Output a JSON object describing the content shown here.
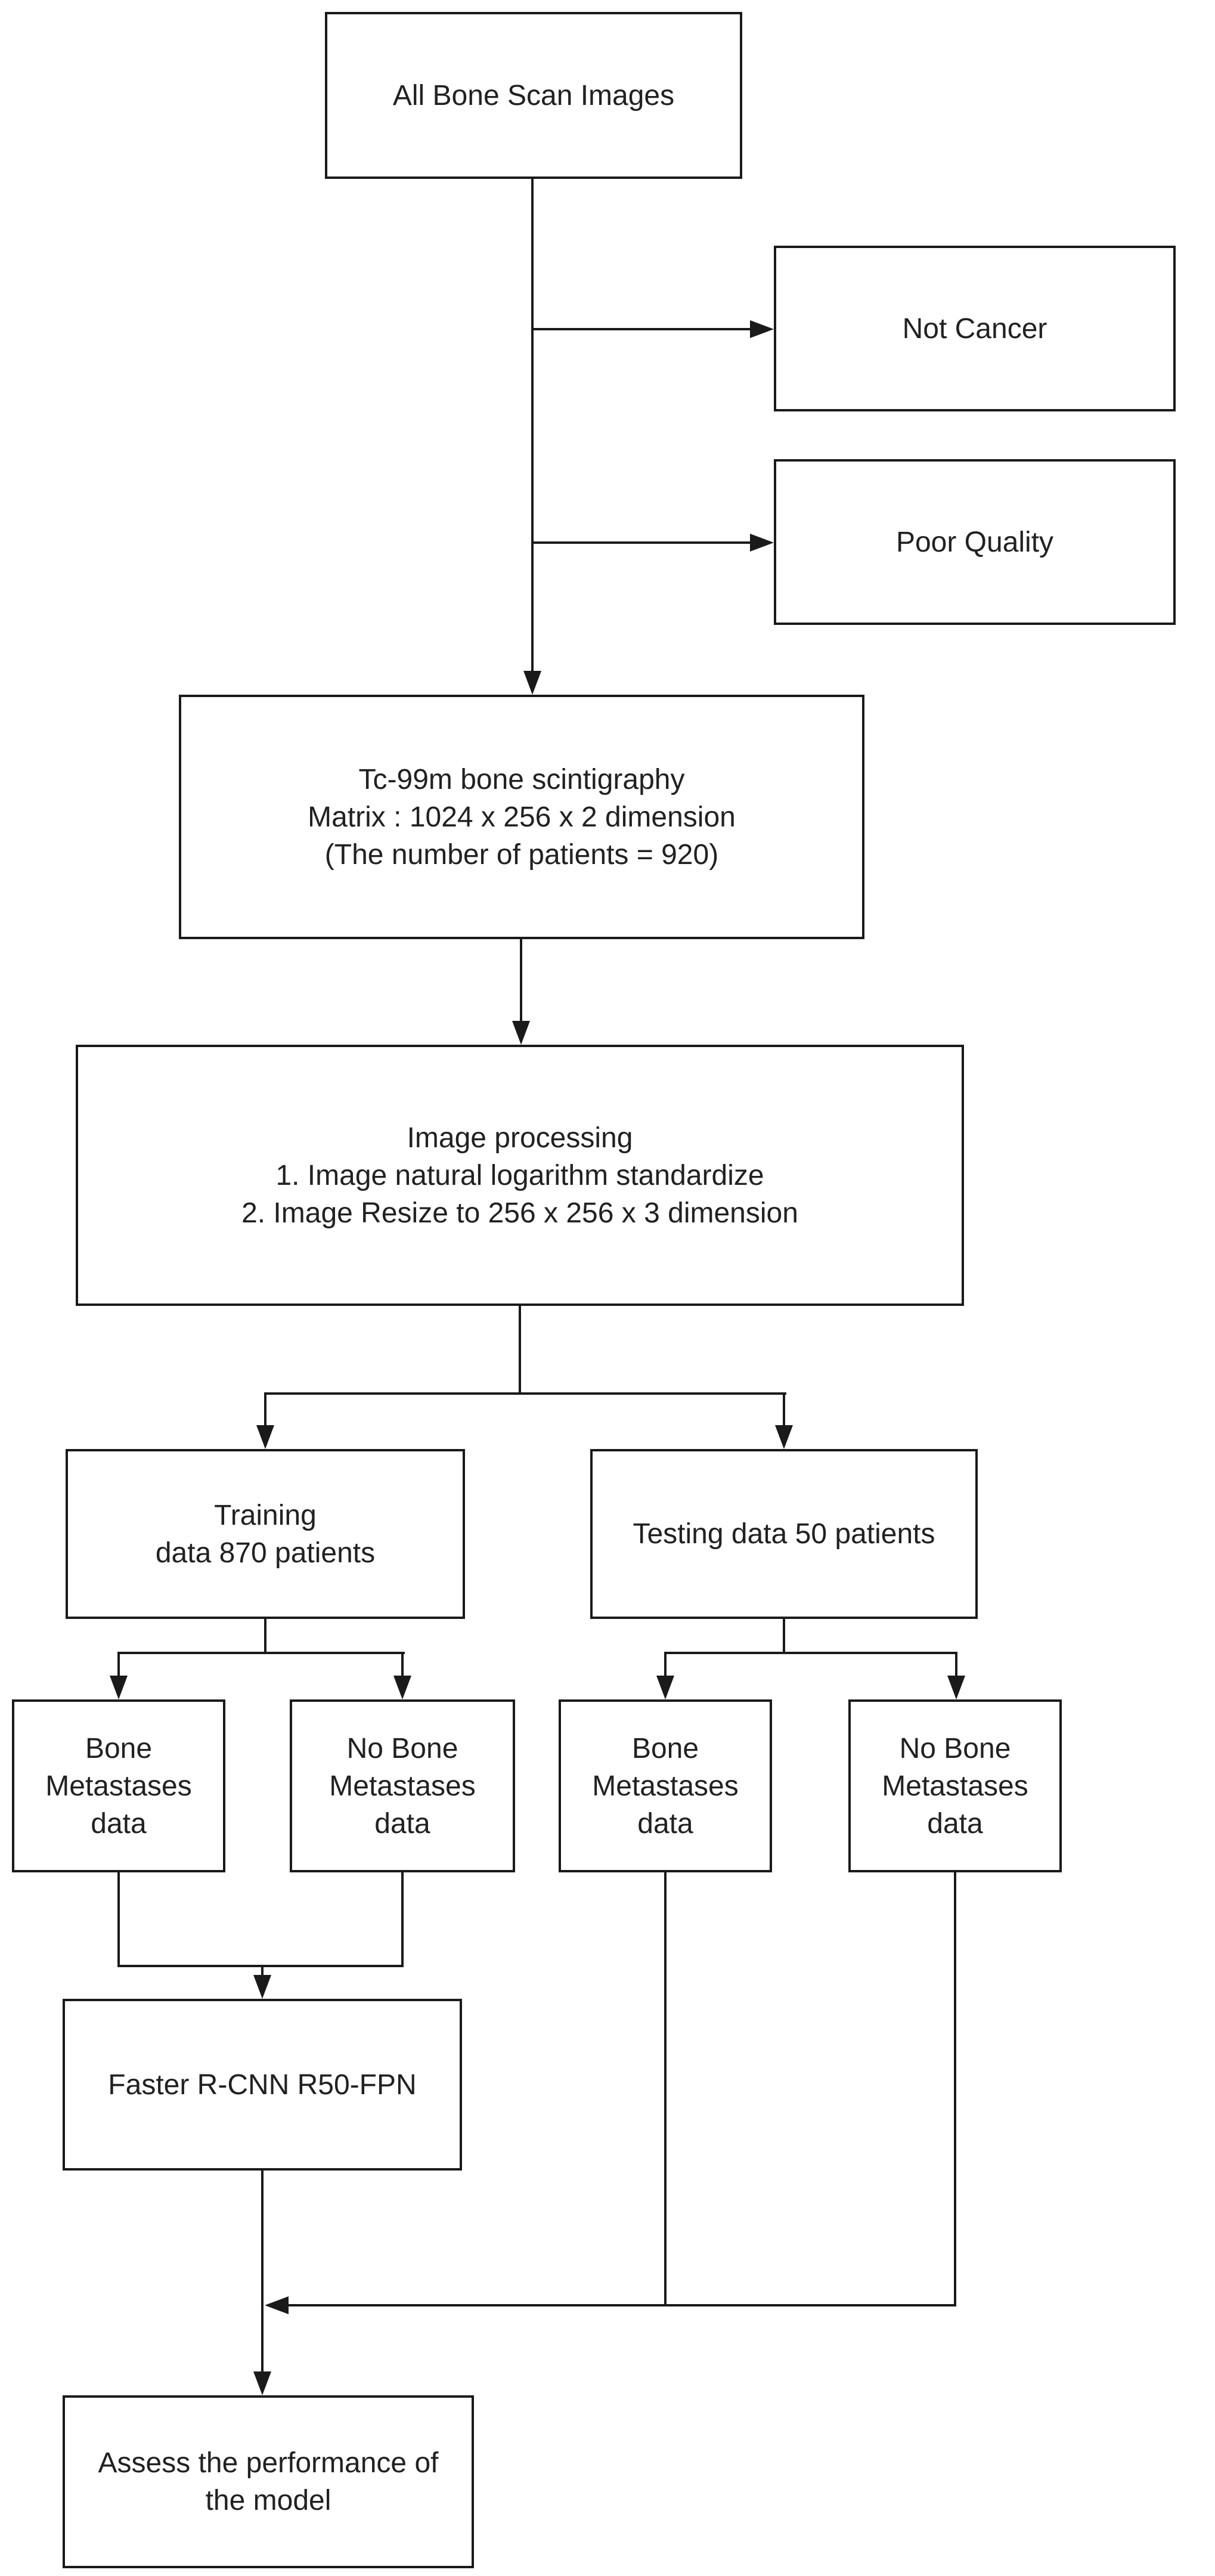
{
  "diagram": {
    "type": "flowchart",
    "colors": {
      "line": "#1a1a1a",
      "text": "#212121",
      "background": "#ffffff"
    },
    "nodes": {
      "all_images": {
        "label": "All Bone Scan Images"
      },
      "not_cancer": {
        "label": "Not Cancer"
      },
      "poor_quality": {
        "label": "Poor Quality"
      },
      "scintigraphy": {
        "label": "Tc-99m bone scintigraphy\nMatrix : 1024 x 256 x 2 dimension\n(The number of patients = 920)"
      },
      "image_processing": {
        "label": "Image processing\n1. Image natural logarithm standardize\n2. Image Resize to 256 x 256 x 3 dimension"
      },
      "training": {
        "label": "Training\ndata 870 patients"
      },
      "testing": {
        "label": "Testing data 50 patients"
      },
      "train_bone_met": {
        "label": "Bone\nMetastases\ndata"
      },
      "train_no_bone_met": {
        "label": "No Bone\nMetastases\ndata"
      },
      "test_bone_met": {
        "label": "Bone\nMetastases\ndata"
      },
      "test_no_bone_met": {
        "label": "No Bone\nMetastases\ndata"
      },
      "faster_rcnn": {
        "label": "Faster R-CNN R50-FPN"
      },
      "assess": {
        "label": "Assess the performance of\nthe model"
      }
    }
  }
}
